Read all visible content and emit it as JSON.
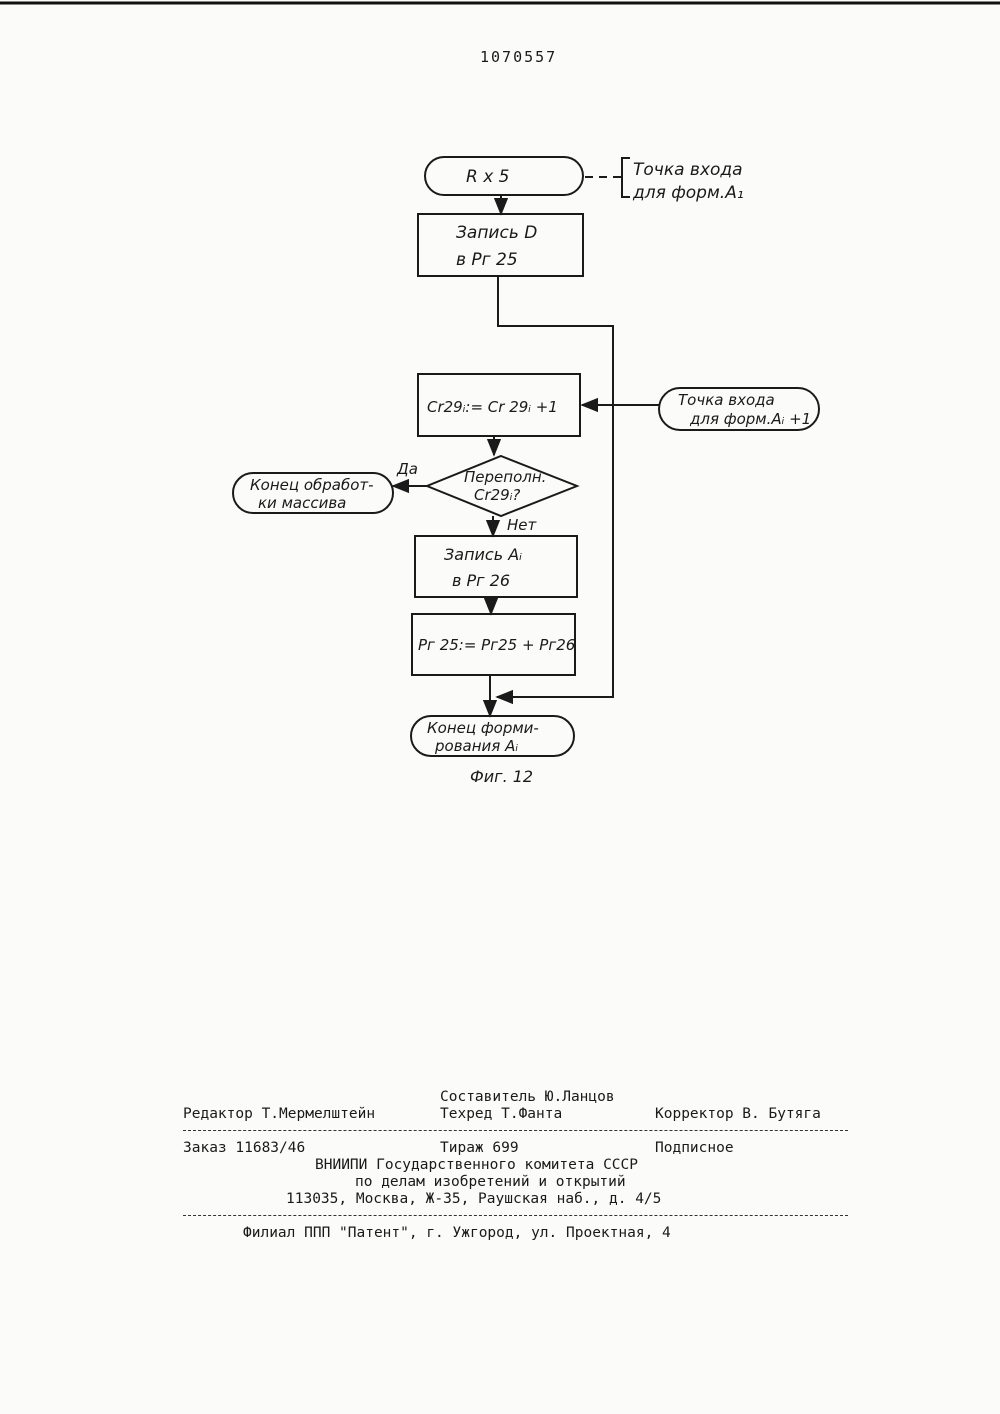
{
  "document": {
    "patent_number": "1070557"
  },
  "flowchart": {
    "start_label": "R x 5",
    "entry_note_1": [
      "Точка входа",
      "для форм.A₁"
    ],
    "block_write_d": [
      "Запись D",
      "в Рг 25"
    ],
    "block_counter": "Сr29ᵢ:= Cr 29ᵢ +1",
    "entry_note_2": [
      "Точка входа",
      "для форм.Aᵢ +1"
    ],
    "decision": [
      "Переполн.",
      "Cr29ᵢ?"
    ],
    "label_yes": "Да",
    "label_no": "Нет",
    "end_array": [
      "Конец обработ-",
      "ки массива"
    ],
    "block_write_a": [
      "Запись Aᵢ",
      "в Рг 26"
    ],
    "block_sum": "Рг 25:= Рг25 + Рг26",
    "end_form": [
      "Конец форми-",
      "рования Aᵢ"
    ],
    "caption": "Фиг. 12"
  },
  "imprint": {
    "compiler": "Составитель Ю.Ланцов",
    "editor": "Редактор Т.Мермелштейн",
    "techred": "Техред Т.Фанта",
    "corrector": "Корректор В. Бутяга",
    "order": "Заказ 11683/46",
    "circulation": "Тираж 699",
    "subscription": "Подписное",
    "org_line1": "ВНИИПИ Государственного комитета СССР",
    "org_line2": "по делам изобретений и открытий",
    "address": "113035, Москва, Ж-35, Раушская наб., д. 4/5",
    "branch": "Филиал ППП \"Патент\", г. Ужгород, ул. Проектная, 4"
  }
}
